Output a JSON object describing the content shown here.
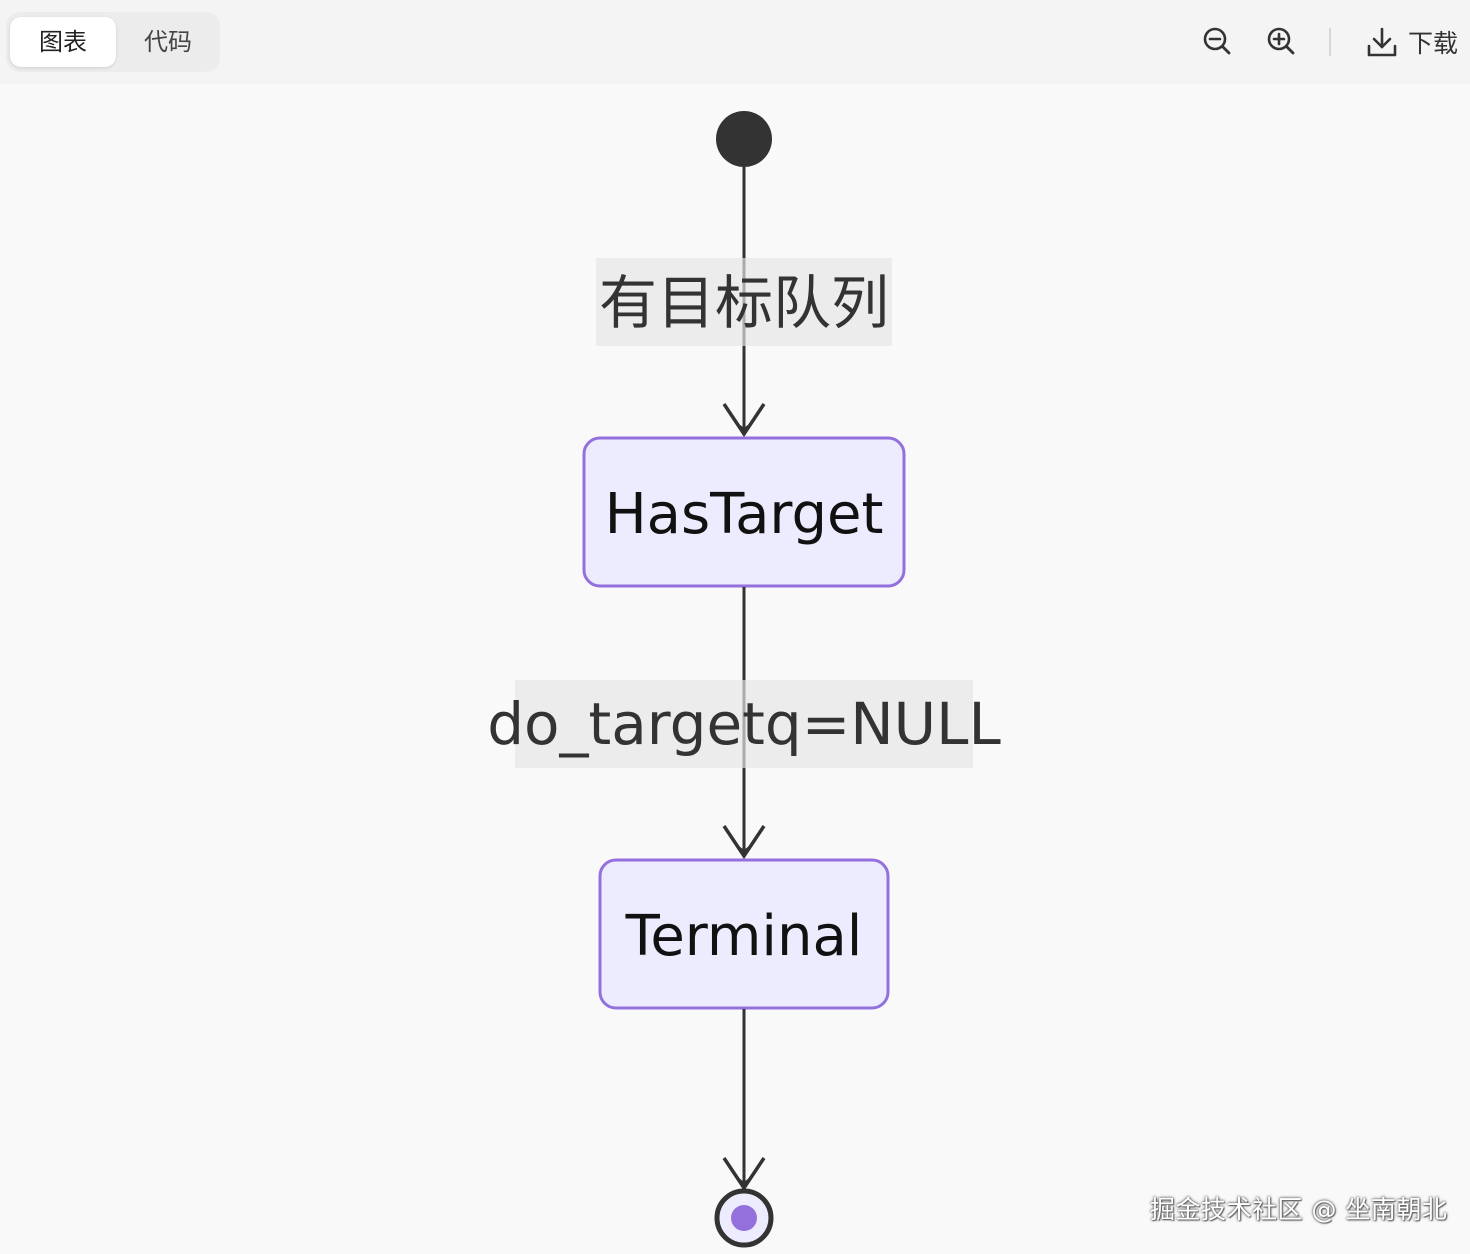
{
  "toolbar": {
    "tabs": [
      {
        "label": "图表",
        "active": true
      },
      {
        "label": "代码",
        "active": false
      }
    ],
    "zoom_out_icon": "zoom-out-icon",
    "zoom_in_icon": "zoom-in-icon",
    "download_icon": "download-icon",
    "download_label": "下载"
  },
  "diagram": {
    "type": "state",
    "states": [
      {
        "id": "start",
        "kind": "initial"
      },
      {
        "id": "HasTarget",
        "label": "HasTarget"
      },
      {
        "id": "Terminal",
        "label": "Terminal"
      },
      {
        "id": "end",
        "kind": "final"
      }
    ],
    "transitions": [
      {
        "from": "start",
        "to": "HasTarget",
        "label": "有目标队列"
      },
      {
        "from": "HasTarget",
        "to": "Terminal",
        "label": "do_targetq=NULL"
      },
      {
        "from": "Terminal",
        "to": "end",
        "label": ""
      }
    ],
    "colors": {
      "state_fill": "#ececfe",
      "state_border": "#9370db",
      "edge": "#333333",
      "initial": "#333333",
      "final_inner": "#9370db"
    }
  },
  "watermark": "掘金技术社区 @ 坐南朝北"
}
